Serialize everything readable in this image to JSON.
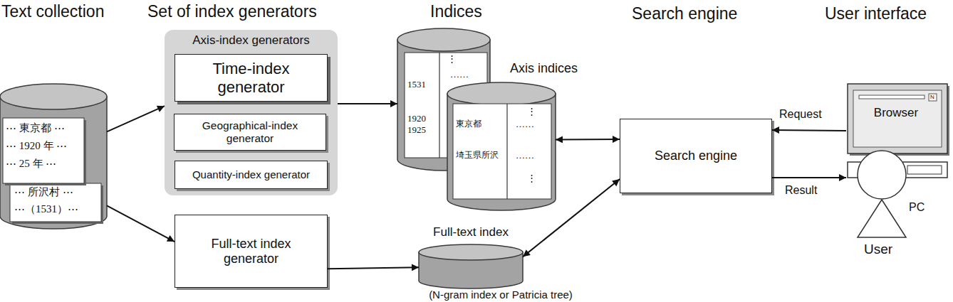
{
  "diagram": {
    "nodes": [
      {
        "text": [
          "⋯ 東京都 ⋯",
          "⋯ 1920 年 ⋯",
          "⋯ 25 年 ⋯",
          "⋯ 所沢村 ⋯",
          "⋯（1531）⋯"
        ]
      },
      {
        "text": [
          "Axis-index generators"
        ]
      },
      {
        "text": [
          "Time-index generator"
        ],
        "in": 1
      },
      {
        "text": [
          "Geographical-index generator"
        ],
        "in": 1
      },
      {
        "text": [
          "Quantity-index generator"
        ],
        "in": 1
      },
      {
        "text": [
          "Full-text index generator"
        ]
      },
      {
        "text": [
          "Axis indices",
          "⋮",
          "1531",
          "……",
          "1920",
          "1925"
        ]
      },
      {
        "text": [
          "⋮",
          "東京都",
          "……",
          "埼玉県所沢",
          "……",
          "⋮"
        ]
      },
      {
        "text": [
          "Full-text index",
          "(N-gram index or Patricia tree)"
        ]
      },
      {
        "text": [
          "Search engine"
        ]
      },
      {
        "text": [
          "Browser"
        ]
      }
    ],
    "edges": [
      {
        "from": 0,
        "to": 1,
        "arrow": "to"
      },
      {
        "from": 0,
        "to": 5,
        "arrow": "to"
      },
      {
        "from": 1,
        "to": 6,
        "arrow": "to"
      },
      {
        "from": 5,
        "to": 8,
        "arrow": "to"
      },
      {
        "from": 7,
        "to": 9,
        "arrow": "both"
      },
      {
        "from": 8,
        "to": 9,
        "arrow": "both"
      },
      {
        "from": 10,
        "to": 9,
        "label": "Request",
        "arrow": "to"
      },
      {
        "from": 9,
        "to": 10,
        "label": "Result",
        "arrow": "to"
      }
    ],
    "labels": [
      "Text collection",
      "Set of index generators",
      "Indices",
      "Search engine",
      "User interface",
      "N",
      "PC",
      "User"
    ]
  }
}
